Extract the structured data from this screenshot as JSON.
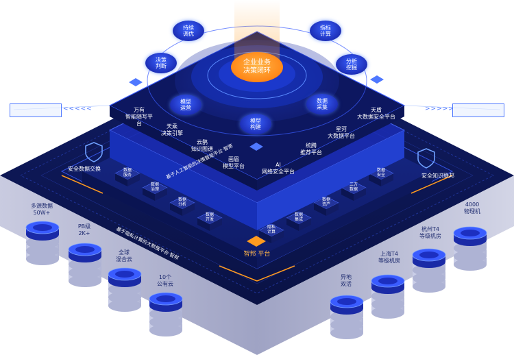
{
  "core": {
    "title": "企业业务\n决策闭环"
  },
  "cycle_nodes": [
    {
      "id": "sustained",
      "label": "持续\n调优"
    },
    {
      "id": "metrics",
      "label": "指标\n计算"
    },
    {
      "id": "decision",
      "label": "决策\n判断"
    },
    {
      "id": "analysis",
      "label": "分析\n挖掘"
    },
    {
      "id": "model_ops",
      "label": "模型\n运营"
    },
    {
      "id": "data_collect",
      "label": "数据\n采集"
    },
    {
      "id": "model_build",
      "label": "模型\n构建"
    }
  ],
  "platform_modules": [
    {
      "id": "m1",
      "label": "万有\n智能随写平台"
    },
    {
      "id": "m2",
      "label": "天乘\n决策引擎"
    },
    {
      "id": "m3",
      "label": "云鹊\n知识图谱"
    },
    {
      "id": "m4",
      "label": "画眉\n模型平台"
    },
    {
      "id": "m5",
      "label": "AI\n网络安全平台"
    },
    {
      "id": "m6",
      "label": "统腾\n推荐平台"
    },
    {
      "id": "m7",
      "label": "星河\n大数据平台"
    },
    {
      "id": "m8",
      "label": "天盾\n大数据安全平台"
    }
  ],
  "ai_layer_caption": "基于人工智能的决策智能平台·智策",
  "privacy_layer_caption": "基于隐私计算的大数据平台·智邦",
  "left_badge": "安全数据交换",
  "right_badge": "安全知识联邦",
  "base_platform": "智邦 平台",
  "small_modules": [
    "数据\n服务",
    "数据\n治理",
    "数据\n分析",
    "数据\n开发",
    "数据\n集成",
    "数据\n资产",
    "三方\n数据",
    "数据\n安全",
    "隐私\n计算"
  ],
  "left_side_box": "",
  "right_side_box": "",
  "left_arrows": "<<<<<",
  "right_arrows": ">>>>>",
  "left_stacks": [
    {
      "id": "s1",
      "label": "多源数据\n50W+"
    },
    {
      "id": "s2",
      "label": "PB级\n2K+"
    },
    {
      "id": "s3",
      "label": "全球\n混合云"
    },
    {
      "id": "s4",
      "label": "10个\n公有云"
    }
  ],
  "right_stacks": [
    {
      "id": "r1",
      "label": "4000\n物理机"
    },
    {
      "id": "r2",
      "label": "杭州T4\n等级机房"
    },
    {
      "id": "r3",
      "label": "上海T4\n等级机房"
    },
    {
      "id": "r4",
      "label": "异地\n双活"
    }
  ],
  "colors": {
    "platform_dark": "#0b1550",
    "platform_mid": "#14227a",
    "accent_blue": "#2f5bff",
    "core_orange": "#ff9a1f",
    "glow": "#5aa0ff"
  }
}
